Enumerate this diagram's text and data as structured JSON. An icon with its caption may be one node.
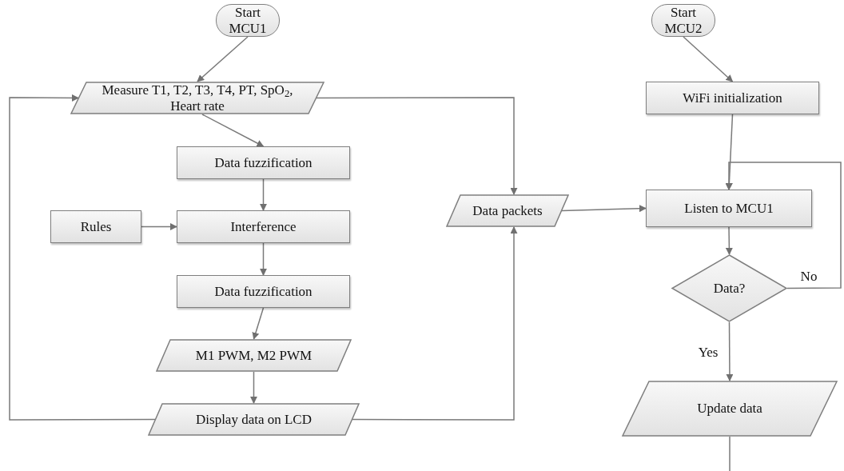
{
  "diagram": {
    "nodes": [
      {
        "text": [
          "Start MCU1"
        ]
      },
      {
        "text": [
          "Measure T1, T2, T3, T4, PT, SpO$_{2}$, Heart rate"
        ]
      },
      {
        "text": [
          "Data fuzzification"
        ]
      },
      {
        "text": [
          "Rules"
        ]
      },
      {
        "text": [
          "Interference"
        ]
      },
      {
        "text": [
          "Data fuzzification"
        ]
      },
      {
        "text": [
          "M1 PWM, M2 PWM"
        ]
      },
      {
        "text": [
          "Display data on LCD"
        ]
      },
      {
        "text": [
          "Data packets"
        ]
      },
      {
        "text": [
          "Start MCU2"
        ]
      },
      {
        "text": [
          "WiFi initialization"
        ]
      },
      {
        "text": [
          "Listen to MCU1"
        ]
      },
      {
        "text": [
          "Data?"
        ]
      },
      {
        "text": [
          "Update data"
        ]
      }
    ],
    "edges": [
      {
        "from": 0,
        "to": 1,
        "arrow": "to"
      },
      {
        "from": 1,
        "to": 2,
        "arrow": "to"
      },
      {
        "from": 2,
        "to": 4,
        "arrow": "to"
      },
      {
        "from": 3,
        "to": 4,
        "arrow": "to"
      },
      {
        "from": 4,
        "to": 5,
        "arrow": "to"
      },
      {
        "from": 5,
        "to": 6,
        "arrow": "to"
      },
      {
        "from": 6,
        "to": 7,
        "arrow": "to"
      },
      {
        "from": 7,
        "to": 1,
        "arrow": "to"
      },
      {
        "from": 1,
        "to": 8,
        "arrow": "to"
      },
      {
        "from": 7,
        "to": 8,
        "arrow": "to"
      },
      {
        "from": 8,
        "to": 11,
        "arrow": "to"
      },
      {
        "from": 9,
        "to": 10,
        "arrow": "to"
      },
      {
        "from": 10,
        "to": 11,
        "arrow": "to"
      },
      {
        "from": 12,
        "to": 11,
        "label": "No",
        "arrow": "to"
      },
      {
        "from": 11,
        "to": 12,
        "arrow": "to"
      },
      {
        "from": 12,
        "to": 13,
        "label": "Yes",
        "arrow": "to"
      },
      {
        "from": 13,
        "to": null,
        "arrow": "none"
      }
    ]
  }
}
